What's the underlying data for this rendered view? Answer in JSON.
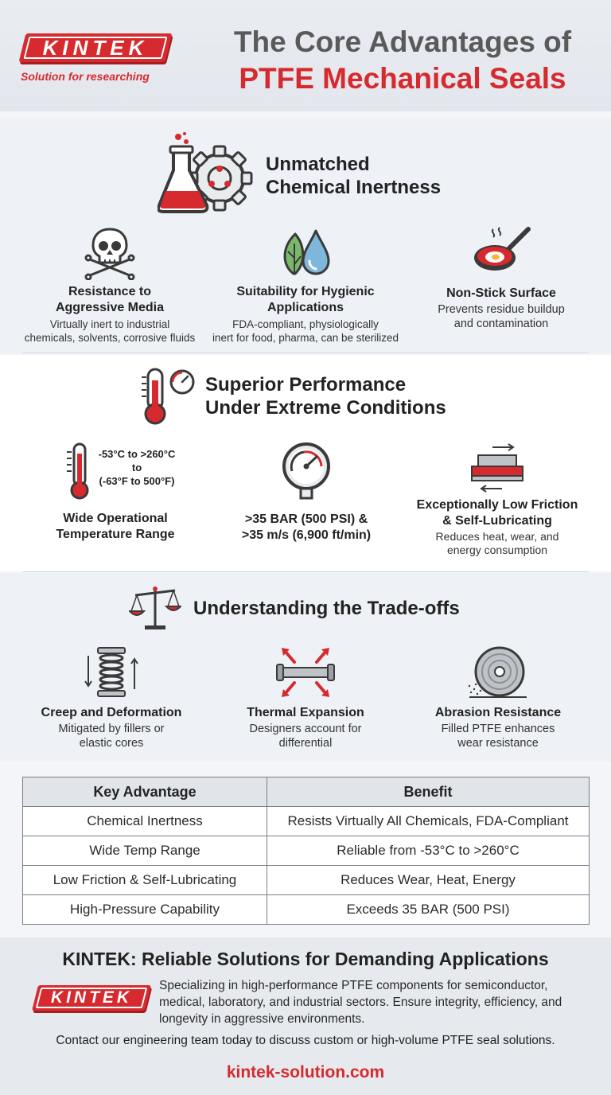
{
  "brand": {
    "logo_text": "KINTEK",
    "tagline": "Solution for researching",
    "red": "#d62a2e",
    "gray": "#5a5a5a"
  },
  "header": {
    "title_line1": "The Core Advantages of",
    "title_line2": "PTFE Mechanical Seals"
  },
  "sections": [
    {
      "title_line1": "Unmatched",
      "title_line2": "Chemical Inertness",
      "icon": "flask-gear-icon",
      "items": [
        {
          "icon": "skull-crossbones-icon",
          "title_line1": "Resistance to",
          "title_line2": "Aggressive Media",
          "desc_line1": "Virtually inert to industrial",
          "desc_line2": "chemicals, solvents, corrosive fluids"
        },
        {
          "icon": "leaf-droplet-icon",
          "title_line1": "Suitability for Hygienic",
          "title_line2": "Applications",
          "desc_line1": "FDA-compliant, physiologically",
          "desc_line2": "inert for food, pharma, can be sterilized"
        },
        {
          "icon": "frying-pan-icon",
          "title_line1": "Non-Stick Surface",
          "title_line2": "",
          "desc_line1": "Prevents residue buildup",
          "desc_line2": "and contamination"
        }
      ]
    },
    {
      "title_line1": "Superior Performance",
      "title_line2": "Under Extreme Conditions",
      "icon": "thermometer-gauge-icon",
      "items": [
        {
          "icon": "thermometer-icon",
          "range_line1": "-53°C to >260°C",
          "range_line2": "to",
          "range_line3": "(-63°F to 500°F)",
          "title_line1": "Wide Operational",
          "title_line2": "Temperature Range"
        },
        {
          "icon": "pressure-gauge-icon",
          "title_line1": ">35 BAR (500 PSI) &",
          "title_line2": ">35 m/s (6,900 ft/min)"
        },
        {
          "icon": "sliding-block-icon",
          "title_line1": "Exceptionally Low Friction",
          "title_line2": "& Self-Lubricating",
          "desc_line1": "Reduces heat, wear, and",
          "desc_line2": "energy consumption"
        }
      ]
    },
    {
      "title_line1": "Understanding the Trade-offs",
      "icon": "balance-scale-icon",
      "items": [
        {
          "icon": "compressed-spring-icon",
          "title_line1": "Creep and Deformation",
          "desc_line1": "Mitigated by fillers or",
          "desc_line2": "elastic cores"
        },
        {
          "icon": "expanding-pipe-icon",
          "title_line1": "Thermal Expansion",
          "desc_line1": "Designers account for",
          "desc_line2": "differential"
        },
        {
          "icon": "abrasion-wheel-icon",
          "title_line1": "Abrasion Resistance",
          "desc_line1": "Filled PTFE enhances",
          "desc_line2": "wear resistance"
        }
      ]
    }
  ],
  "table": {
    "headers": [
      "Key Advantage",
      "Benefit"
    ],
    "rows": [
      [
        "Chemical Inertness",
        "Resists Virtually All Chemicals, FDA-Compliant"
      ],
      [
        "Wide Temp Range",
        "Reliable from -53°C to >260°C"
      ],
      [
        "Low Friction & Self-Lubricating",
        "Reduces Wear, Heat, Energy"
      ],
      [
        "High-Pressure Capability",
        "Exceeds 35 BAR (500 PSI)"
      ]
    ]
  },
  "footer": {
    "title": "KINTEK: Reliable Solutions for Demanding Applications",
    "desc": "Specializing in high-performance PTFE components for semiconductor, medical, laboratory, and industrial sectors. Ensure integrity, efficiency, and longevity in aggressive environments.",
    "contact": "Contact our engineering team today to discuss custom or high-volume PTFE seal solutions.",
    "url": "kintek-solution.com"
  }
}
